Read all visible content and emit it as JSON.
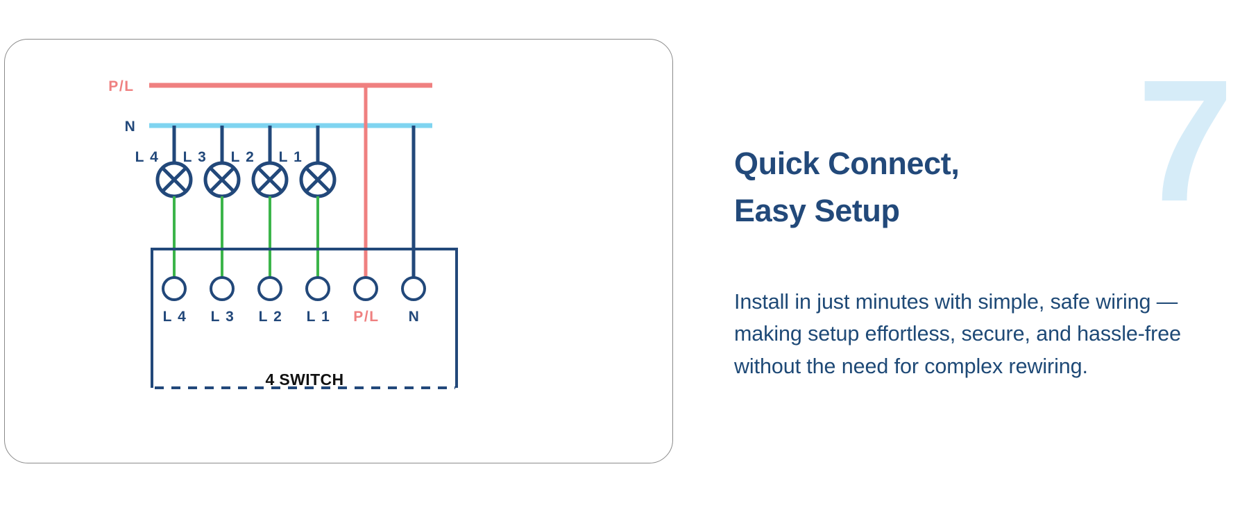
{
  "card": {
    "name": "4-switch-wiring-diagram",
    "caption": "4 SWITCH",
    "bus_lines": [
      {
        "id": "pl-bus",
        "label": "P/L",
        "color": "#ef8080"
      },
      {
        "id": "n-bus",
        "label": "N",
        "color": "#7fd4f0"
      }
    ],
    "lamp_labels": [
      "L 4",
      "L 3",
      "L 2",
      "L 1"
    ],
    "terminals": [
      {
        "label": "L 4",
        "wire_color": "#3cb54a",
        "label_color": "#22487a"
      },
      {
        "label": "L 3",
        "wire_color": "#3cb54a",
        "label_color": "#22487a"
      },
      {
        "label": "L 2",
        "wire_color": "#3cb54a",
        "label_color": "#22487a"
      },
      {
        "label": "L 1",
        "wire_color": "#3cb54a",
        "label_color": "#22487a"
      },
      {
        "label": "P/L",
        "wire_color": "#ef8080",
        "label_color": "#ef8080"
      },
      {
        "label": "N",
        "wire_color": "#22487a",
        "label_color": "#22487a"
      }
    ],
    "colors": {
      "navy": "#22487a",
      "live_red": "#ef8080",
      "neutral_blue": "#7fd4f0",
      "earth_green": "#3cb54a",
      "card_border": "#8a8a8a"
    }
  },
  "content": {
    "step_number": "7",
    "heading_line1": "Quick Connect,",
    "heading_line2": "Easy Setup",
    "body": "Install in just minutes with simple, safe wiring — making setup effortless, secure, and hassle-free without the need for complex rewiring.",
    "colors": {
      "heading": "#22497a",
      "body": "#1e4976",
      "step_number": "#d6ecf8"
    }
  }
}
